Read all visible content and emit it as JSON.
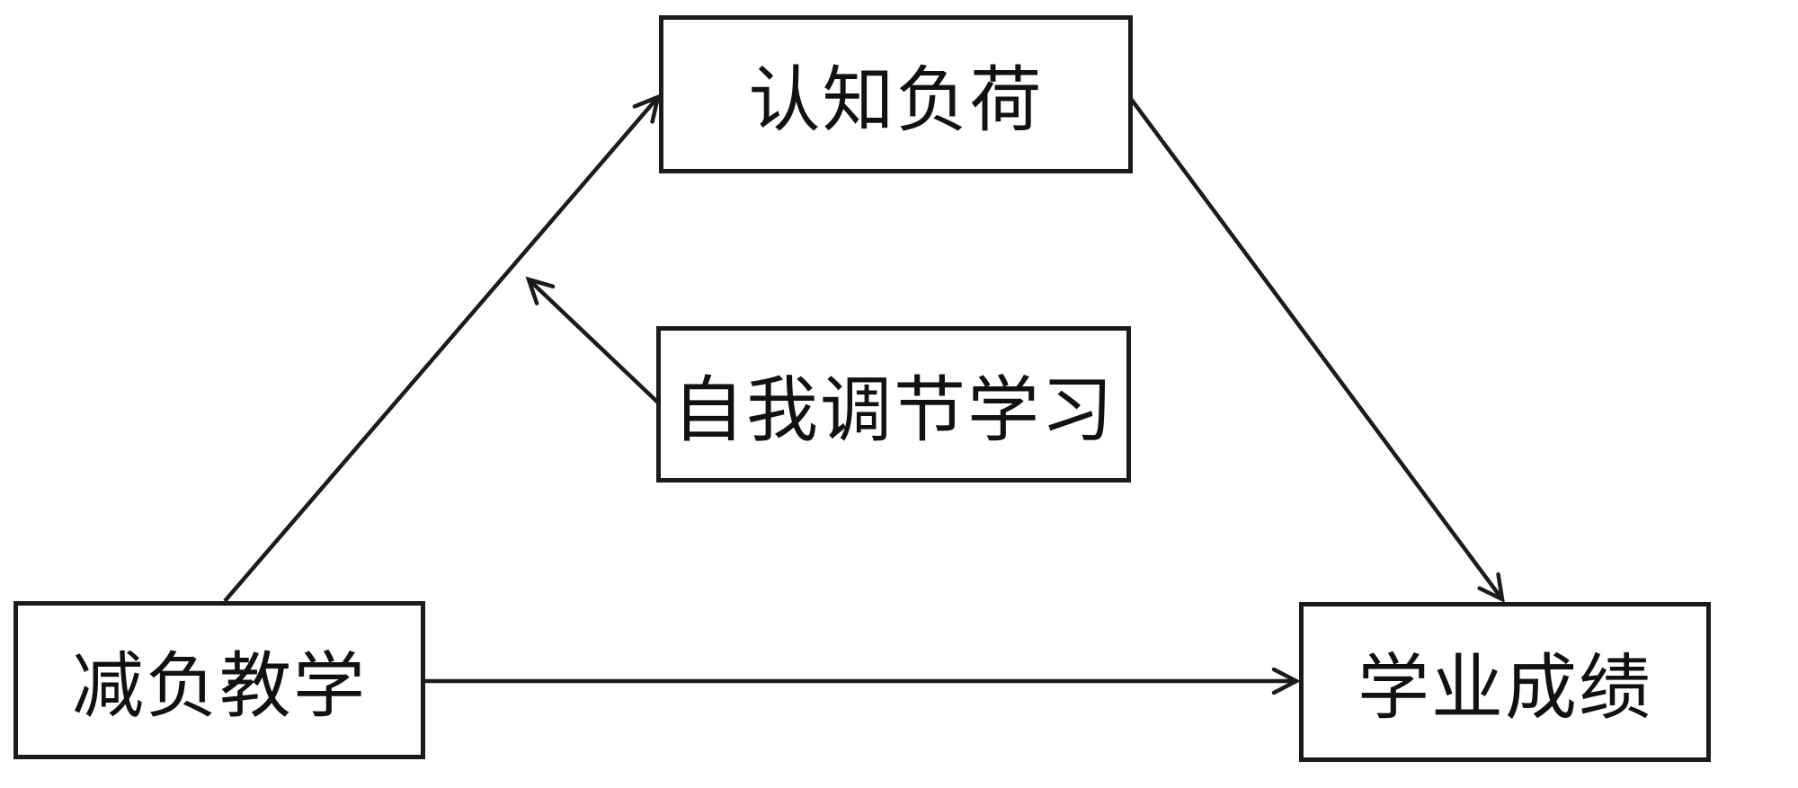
{
  "diagram": {
    "type": "path-model",
    "background_color": "#ffffff",
    "line_color": "#1b1b1b",
    "text_color": "#111111",
    "nodes": {
      "cognitive_load": {
        "label": "认知负荷"
      },
      "self_regulated_learning": {
        "label": "自我调节学习"
      },
      "burden_reduction_teaching": {
        "label": "减负教学"
      },
      "academic_achievement": {
        "label": "学业成绩"
      }
    },
    "edges": [
      {
        "from": "减负教学",
        "to": "认知负荷",
        "style": "straight-arrow"
      },
      {
        "from": "认知负荷",
        "to": "学业成绩",
        "style": "straight-arrow"
      },
      {
        "from": "减负教学",
        "to": "学业成绩",
        "style": "straight-arrow"
      },
      {
        "from": "自我调节学习",
        "to": "path(减负教学→认知负荷)",
        "style": "moderation-arrow"
      }
    ]
  }
}
